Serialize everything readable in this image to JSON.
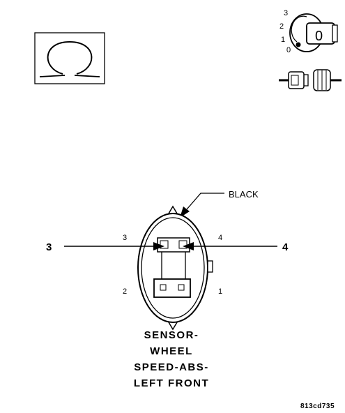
{
  "ohm_symbol": "Ω",
  "ignition_key": {
    "positions": [
      "3",
      "2",
      "1",
      "0"
    ],
    "key_label": "0"
  },
  "wire_color_label": "BLACK",
  "pins": {
    "outer_left": "3",
    "outer_right": "4",
    "upper_left": "3",
    "upper_right": "4",
    "lower_left": "2",
    "lower_right": "1"
  },
  "component_title": [
    "SENSOR-",
    "WHEEL",
    "SPEED-ABS-",
    "LEFT FRONT"
  ],
  "figure_code": "813cd735",
  "colors": {
    "line": "#000000",
    "background": "#ffffff"
  }
}
